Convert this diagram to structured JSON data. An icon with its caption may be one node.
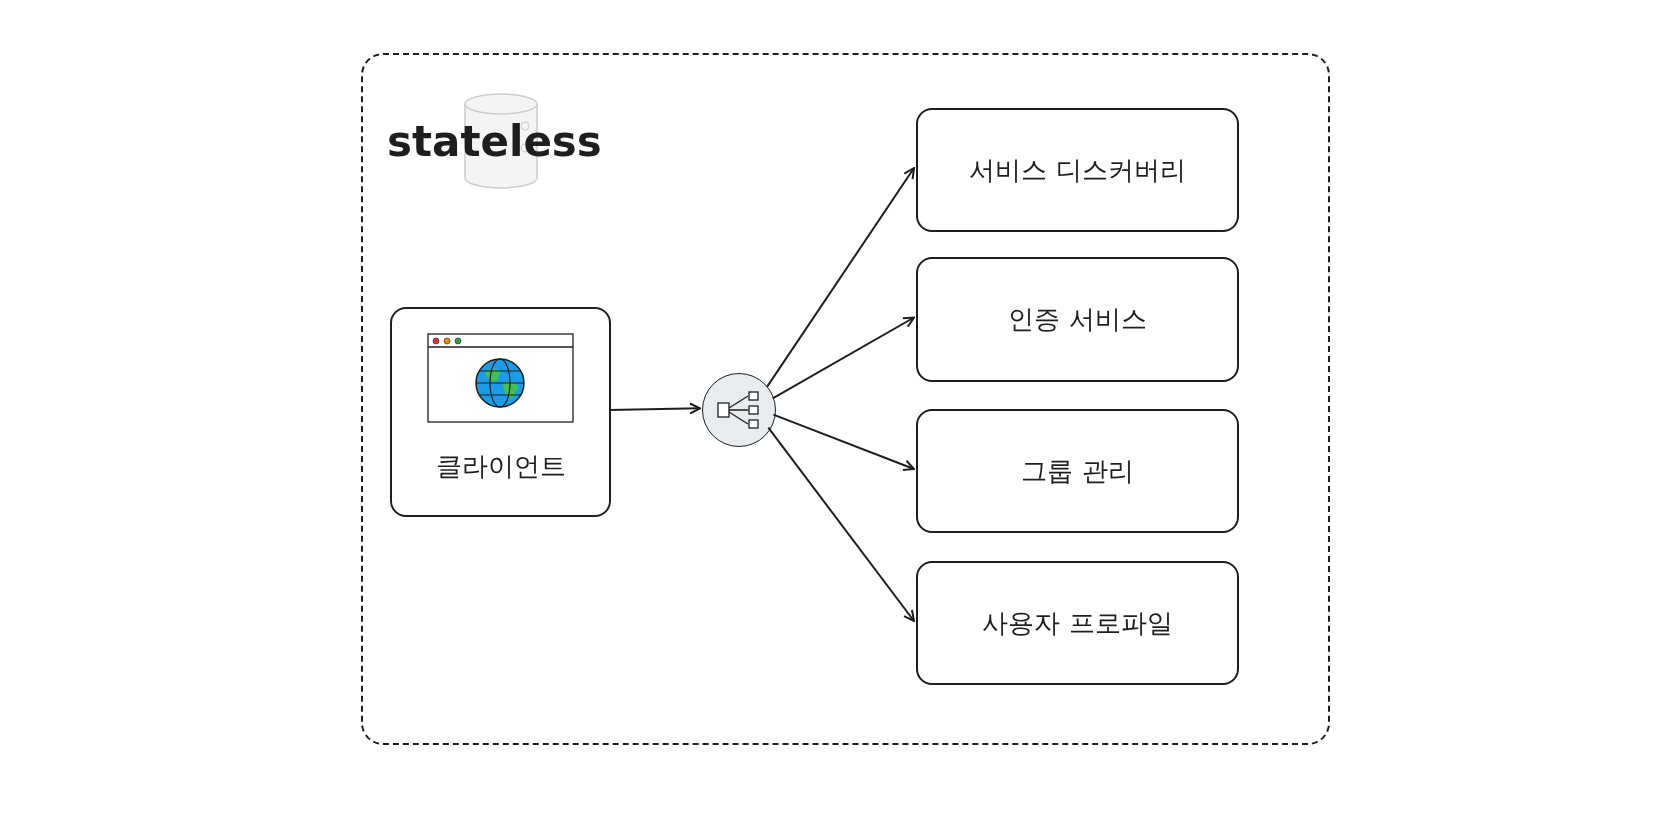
{
  "diagram": {
    "nodes": [
      {
        "text": [
          "stateless"
        ]
      },
      {
        "text": [
          "클라이언트"
        ],
        "in": 0
      },
      {
        "text": [],
        "shape": "circle",
        "in": 0
      },
      {
        "text": [
          "서비스 디스커버리"
        ],
        "in": 0
      },
      {
        "text": [
          "인증 서비스"
        ],
        "in": 0
      },
      {
        "text": [
          "그룹 관리"
        ],
        "in": 0
      },
      {
        "text": [
          "사용자 프로파일"
        ],
        "in": 0
      }
    ],
    "edges": [
      {
        "from": 1,
        "to": 2,
        "arrow": "to"
      },
      {
        "from": 2,
        "to": 3,
        "arrow": "to"
      },
      {
        "from": 2,
        "to": 4,
        "arrow": "to"
      },
      {
        "from": 2,
        "to": 5,
        "arrow": "to"
      },
      {
        "from": 2,
        "to": 6,
        "arrow": "to"
      }
    ]
  }
}
